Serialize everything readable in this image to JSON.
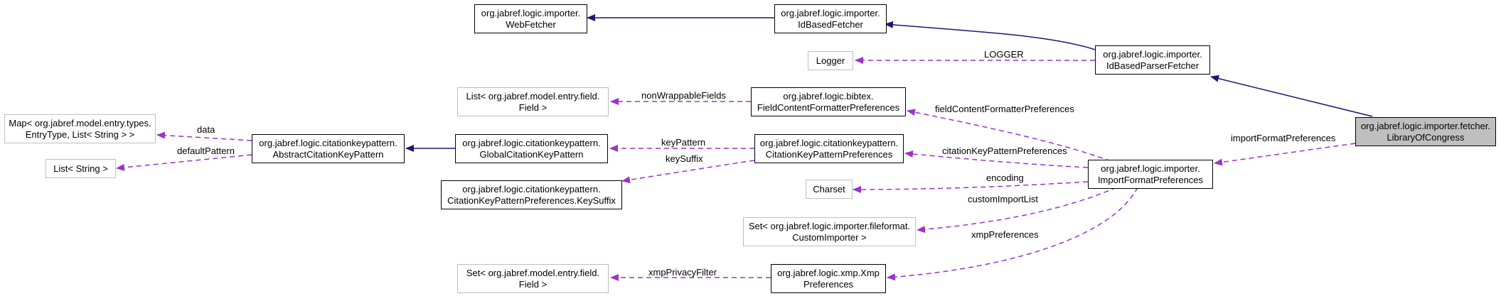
{
  "nodes": {
    "webfetcher": {
      "l1": "org.jabref.logic.importer.",
      "l2": "WebFetcher"
    },
    "idbasedfetcher": {
      "l1": "org.jabref.logic.importer.",
      "l2": "IdBasedFetcher"
    },
    "logger": {
      "l1": "Logger"
    },
    "idbasedparserfetcher": {
      "l1": "org.jabref.logic.importer.",
      "l2": "IdBasedParserFetcher"
    },
    "libraryofcongress": {
      "l1": "org.jabref.logic.importer.fetcher.",
      "l2": "LibraryOfCongress"
    },
    "list_field": {
      "l1": "List< org.jabref.model.entry.field.",
      "l2": "Field >"
    },
    "fieldcontentformatterprefs": {
      "l1": "org.jabref.logic.bibtex.",
      "l2": "FieldContentFormatterPreferences"
    },
    "map_entrytypes": {
      "l1": "Map< org.jabref.model.entry.types.",
      "l2": "EntryType, List< String > >"
    },
    "abstractcitationkeypattern": {
      "l1": "org.jabref.logic.citationkeypattern.",
      "l2": "AbstractCitationKeyPattern"
    },
    "globalcitationkeypattern": {
      "l1": "org.jabref.logic.citationkeypattern.",
      "l2": "GlobalCitationKeyPattern"
    },
    "citationkeypatternprefs": {
      "l1": "org.jabref.logic.citationkeypattern.",
      "l2": "CitationKeyPatternPreferences"
    },
    "list_string": {
      "l1": "List< String >"
    },
    "keysuffix": {
      "l1": "org.jabref.logic.citationkeypattern.",
      "l2": "CitationKeyPatternPreferences.KeySuffix"
    },
    "importformatprefs": {
      "l1": "org.jabref.logic.importer.",
      "l2": "ImportFormatPreferences"
    },
    "charset": {
      "l1": "Charset"
    },
    "set_customimporter": {
      "l1": "Set< org.jabref.logic.importer.fileformat.",
      "l2": "CustomImporter >"
    },
    "set_field": {
      "l1": "Set< org.jabref.model.entry.field.",
      "l2": "Field >"
    },
    "xmppreferences": {
      "l1": "org.jabref.logic.xmp.Xmp",
      "l2": "Preferences"
    }
  },
  "edge_labels": {
    "logger": "LOGGER",
    "importFormatPreferences": "importFormatPreferences",
    "nonWrappableFields": "nonWrappableFields",
    "fieldContentFormatterPreferences": "fieldContentFormatterPreferences",
    "data": "data",
    "defaultPattern": "defaultPattern",
    "keyPattern": "keyPattern",
    "keySuffix": "keySuffix",
    "citationKeyPatternPreferences": "citationKeyPatternPreferences",
    "encoding": "encoding",
    "customImportList": "customImportList",
    "xmpPreferences": "xmpPreferences",
    "xmpPrivacyFilter": "xmpPrivacyFilter"
  },
  "colors": {
    "inheritance_edge": "#191970",
    "usage_edge": "#9a32cd",
    "focus_fill": "#bfbfbf",
    "external_border": "#bfbfbf",
    "node_border": "#000000"
  }
}
